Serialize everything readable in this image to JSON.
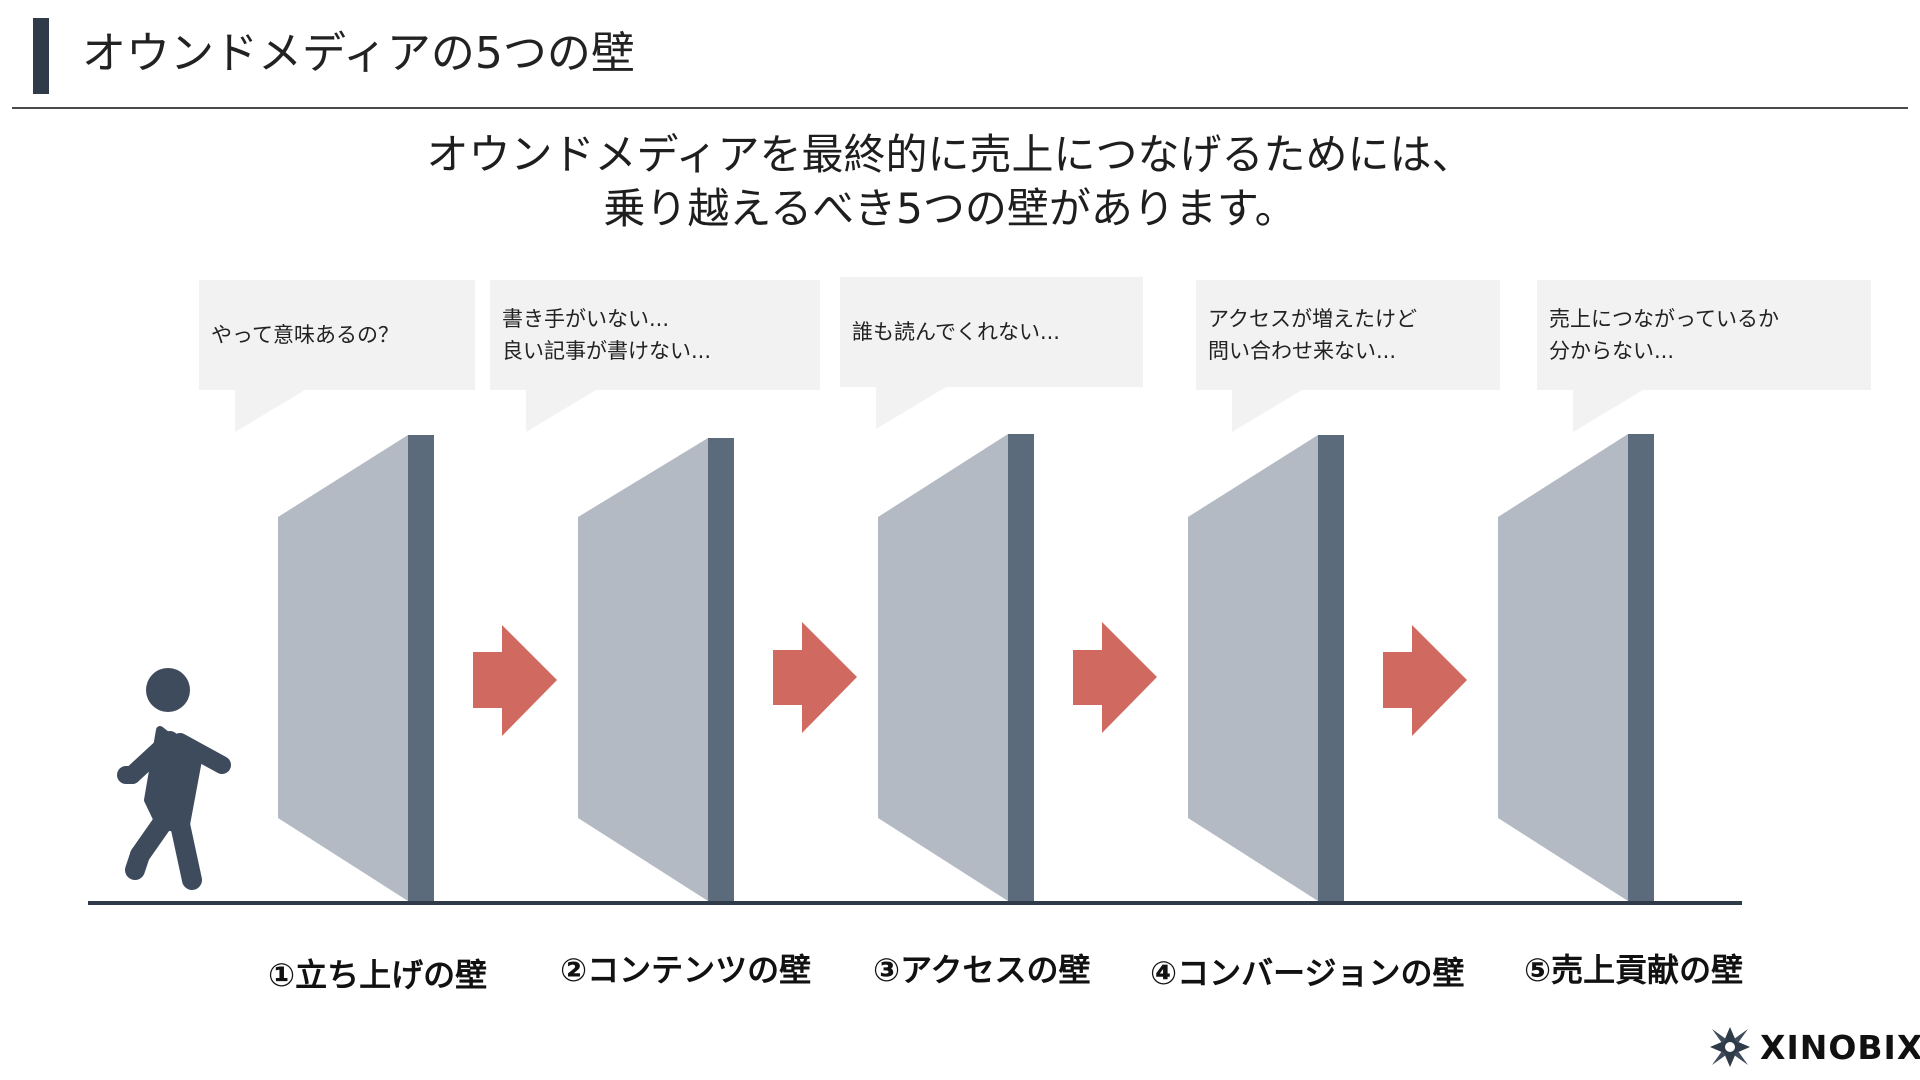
{
  "header": {
    "title": "オウンドメディアの5つの壁"
  },
  "lead": {
    "line1": "オウンドメディアを最終的に売上につなげるためには、",
    "line2": "乗り越えるべき5つの壁があります。"
  },
  "walls": [
    {
      "bubble": [
        "やって意味あるの？"
      ],
      "label": "①立ち上げの壁"
    },
    {
      "bubble": [
        "書き手がいない...",
        "良い記事が書けない..."
      ],
      "label": "②コンテンツの壁"
    },
    {
      "bubble": [
        "誰も読んでくれない..."
      ],
      "label": "③アクセスの壁"
    },
    {
      "bubble": [
        "アクセスが増えたけど",
        "問い合わせ来ない..."
      ],
      "label": "④コンバージョンの壁"
    },
    {
      "bubble": [
        "売上につながっているか",
        "分からない..."
      ],
      "label": "⑤売上貢献の壁"
    }
  ],
  "logo": {
    "text": "XINOBIX",
    "icon": "xinobix-logo-icon"
  },
  "colors": {
    "title_bar": "#2f3b49",
    "wall_face": "#b4bac3",
    "wall_edge": "#5c6b7c",
    "arrow": "#d06a60",
    "person": "#3e4b5c",
    "bubble": "#f2f2f2",
    "ground": "#2f3b49"
  },
  "icons": {
    "person": "walking-person-icon",
    "arrow": "right-arrow-icon"
  }
}
